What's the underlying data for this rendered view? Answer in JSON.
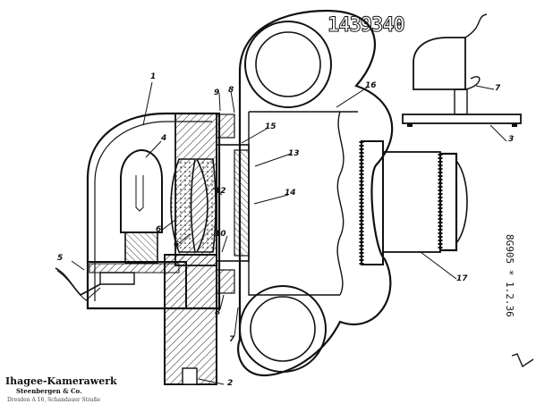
{
  "document": {
    "patent_number": "1439340",
    "side_code": "8G905 * 1.2.36",
    "applicant": "Ihagee-Kamerawerk",
    "applicant_sub": "Steenbergen & Co.",
    "applicant_line3": "Dresden A 16, Schandauer Straße"
  },
  "reference_numerals": [
    {
      "id": "n1",
      "text": "1"
    },
    {
      "id": "n2",
      "text": "2"
    },
    {
      "id": "n3",
      "text": "3"
    },
    {
      "id": "n4",
      "text": "4"
    },
    {
      "id": "n5",
      "text": "5"
    },
    {
      "id": "n6a",
      "text": "6"
    },
    {
      "id": "n6b",
      "text": "6"
    },
    {
      "id": "n7a",
      "text": "7"
    },
    {
      "id": "n7b",
      "text": "7"
    },
    {
      "id": "n8a",
      "text": "8"
    },
    {
      "id": "n8b",
      "text": "8"
    },
    {
      "id": "n9",
      "text": "9"
    },
    {
      "id": "n10",
      "text": "10"
    },
    {
      "id": "n12",
      "text": "12"
    },
    {
      "id": "n13",
      "text": "13"
    },
    {
      "id": "n14",
      "text": "14"
    },
    {
      "id": "n15",
      "text": "15"
    },
    {
      "id": "n16",
      "text": "16"
    },
    {
      "id": "n17",
      "text": "17"
    }
  ],
  "colors": {
    "ink": "#111111",
    "paper": "#ffffff"
  }
}
